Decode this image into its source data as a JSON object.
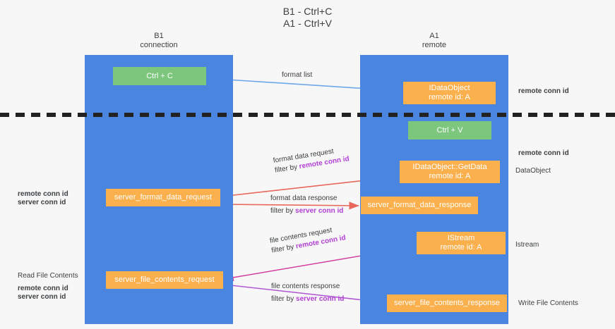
{
  "diagram": {
    "title": "B1 - Ctrl+C\nA1 - Ctrl+V",
    "background_color": "#f7f7f7",
    "lane_color": "#4a86e0",
    "green_color": "#7dc67d",
    "orange_color": "#fbb04e",
    "purple_color": "#b13fd4",
    "lanes": [
      {
        "id": "b1",
        "label": "B1\nconnection"
      },
      {
        "id": "a1",
        "label": "A1\nremote"
      }
    ],
    "nodes": [
      {
        "id": "ctrl-c",
        "label": "Ctrl + C",
        "style": "green"
      },
      {
        "id": "idataobject",
        "label": "IDataObject\nremote id: A",
        "style": "orange"
      },
      {
        "id": "ctrl-v",
        "label": "Ctrl + V",
        "style": "green"
      },
      {
        "id": "idataobject-getdata",
        "label": "IDataObject::GetData\nremote id: A",
        "style": "orange"
      },
      {
        "id": "server-format-data-request",
        "label": "server_format_data_request",
        "style": "orange"
      },
      {
        "id": "server-format-data-response",
        "label": "server_format_data_response",
        "style": "orange"
      },
      {
        "id": "istream",
        "label": "IStream\nremote id: A",
        "style": "orange"
      },
      {
        "id": "server-file-contents-request",
        "label": "server_file_contents_request",
        "style": "orange"
      },
      {
        "id": "server-file-contents-response",
        "label": "server_file_contents_response",
        "style": "orange"
      }
    ],
    "edge_labels": [
      {
        "id": "format-list",
        "line1": "format list",
        "line2": "",
        "filter_text": "",
        "filter_key": ""
      },
      {
        "id": "format-data-request",
        "line1": "format data request",
        "line2": "filter by ",
        "filter_key": "remote conn id"
      },
      {
        "id": "format-data-response",
        "line1": "format data response",
        "line2": "filter by ",
        "filter_key": "server conn id"
      },
      {
        "id": "file-contents-request",
        "line1": "file contents request",
        "line2": "filter by ",
        "filter_key": "remote conn id"
      },
      {
        "id": "file-contents-response",
        "line1": "file contents response",
        "line2": "filter by ",
        "filter_key": "server conn id"
      }
    ],
    "annotations_right": [
      {
        "id": "remote-conn-id-top",
        "text": "remote conn id",
        "color": "purple"
      },
      {
        "id": "remote-conn-id-mid",
        "text": "remote conn id",
        "color": "purple"
      },
      {
        "id": "dataobject",
        "text": "DataObject",
        "color": "plain"
      },
      {
        "id": "istream-note",
        "text": "Istream",
        "color": "plain"
      },
      {
        "id": "write-file-contents",
        "text": "Write File Contents",
        "color": "plain"
      }
    ],
    "annotations_left": [
      {
        "id": "remote-conn-id-left",
        "text": "remote conn id",
        "color": "purple"
      },
      {
        "id": "server-conn-id-left",
        "text": "server conn id",
        "color": "green"
      },
      {
        "id": "read-file-contents",
        "text": "Read File Contents",
        "color": "plain"
      },
      {
        "id": "remote-conn-id-left2",
        "text": "remote conn id",
        "color": "purple"
      },
      {
        "id": "server-conn-id-left2",
        "text": "server conn id",
        "color": "green"
      }
    ]
  }
}
